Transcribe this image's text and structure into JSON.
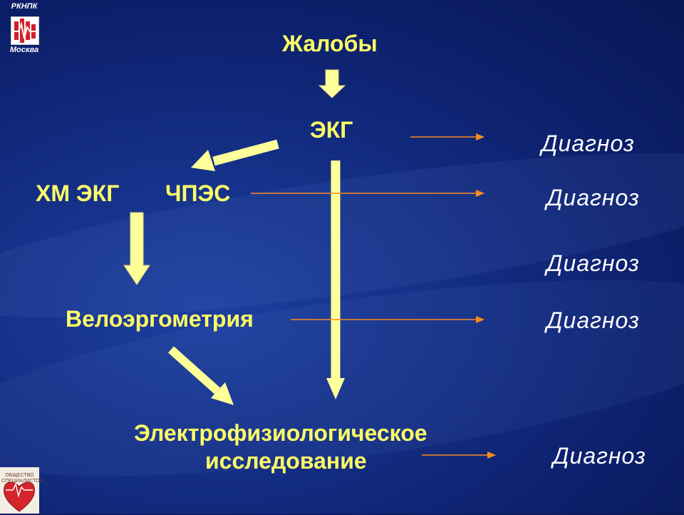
{
  "logo_top": {
    "line1": "РКНПК",
    "line2": "Москва"
  },
  "logo_bottom": {
    "text": "ОБЩЕСТВО СПЕЦИАЛИСТОВ"
  },
  "nodes": {
    "complaints": "Жалобы",
    "ecg": "ЭКГ",
    "holter": "ХМ ЭКГ",
    "tee": "ЧПЭС",
    "veloergometry": "Велоэргометрия",
    "eps_line1": "Электрофизиологическое",
    "eps_line2": "исследование"
  },
  "diagnoses": [
    "Диагноз",
    "Диагноз",
    "Диагноз",
    "Диагноз",
    "Диагноз"
  ],
  "colors": {
    "node_text": "#ffff66",
    "thick_arrow": "#ffff99",
    "thin_arrow": "#ff8a1f",
    "diagnosis_text": "#ffffff"
  }
}
